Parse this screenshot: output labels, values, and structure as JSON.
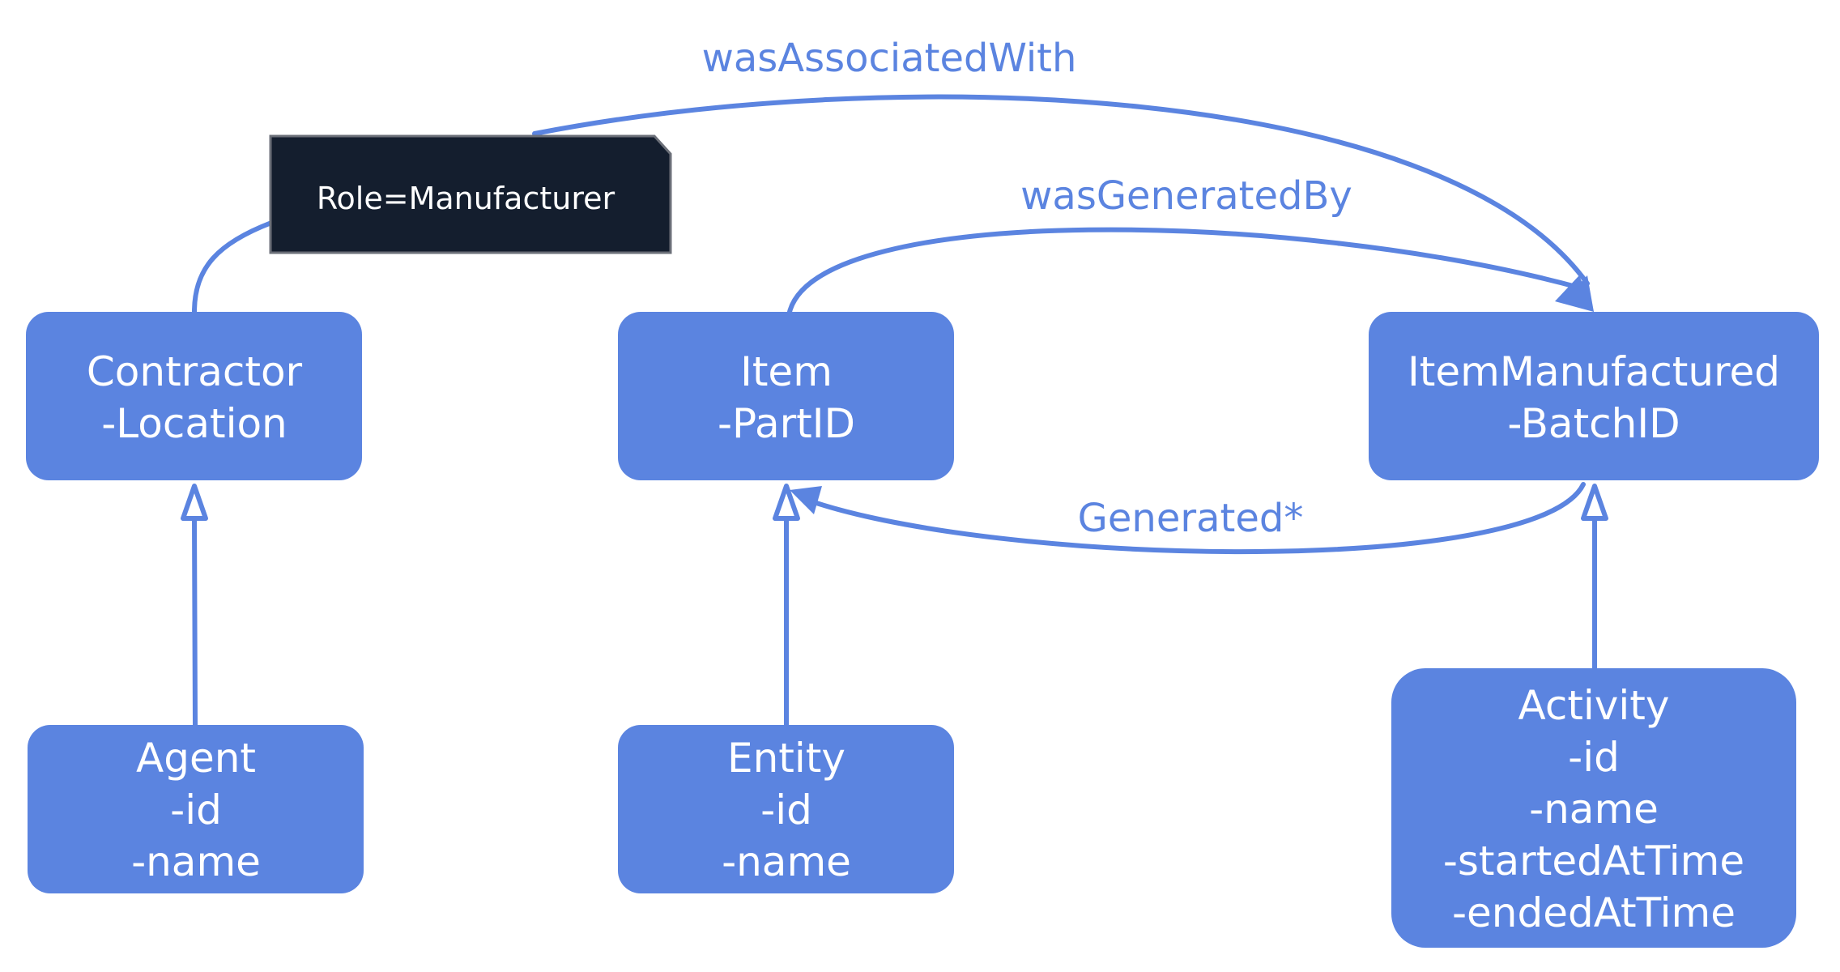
{
  "colors": {
    "node": "#5b84e0",
    "edge": "#5b84e0",
    "note_bg": "#141e2e",
    "text_on_node": "#ffffff"
  },
  "nodes": {
    "contractor": {
      "lines": [
        "Contractor",
        "-Location"
      ]
    },
    "item": {
      "lines": [
        "Item",
        "-PartID"
      ]
    },
    "item_manufactured": {
      "lines": [
        "ItemManufactured",
        "-BatchID"
      ]
    },
    "agent": {
      "lines": [
        "Agent",
        "-id",
        "-name"
      ]
    },
    "entity": {
      "lines": [
        "Entity",
        "-id",
        "-name"
      ]
    },
    "activity": {
      "lines": [
        "Activity",
        "-id",
        "-name",
        "-startedAtTime",
        "-endedAtTime"
      ]
    }
  },
  "edges": {
    "was_associated_with": "wasAssociatedWith",
    "was_generated_by": "wasGeneratedBy",
    "generated": "Generated*"
  },
  "note": {
    "text": "Role=Manufacturer"
  }
}
